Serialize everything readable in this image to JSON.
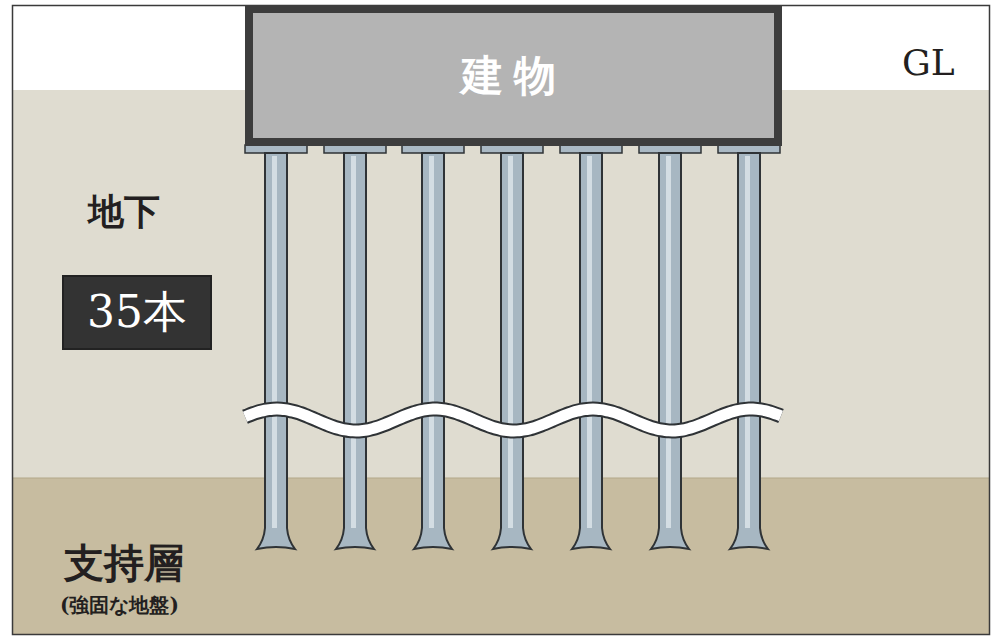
{
  "diagram": {
    "nodes": [
      {
        "text": [
          "建物"
        ]
      },
      {
        "text": [
          "35本"
        ]
      }
    ],
    "labels": [
      "GL",
      "地下",
      "支持層",
      "(強固な地盤)"
    ]
  }
}
